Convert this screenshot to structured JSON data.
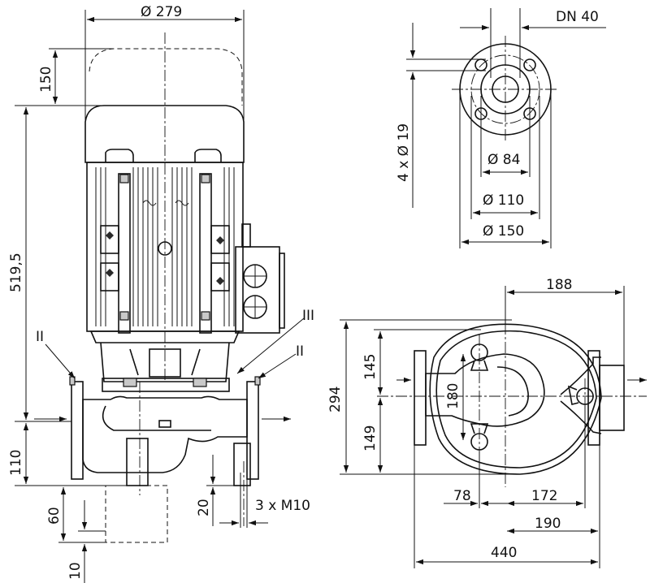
{
  "front_view": {
    "motor_diameter": "Ø 279",
    "motor_clearance": "150",
    "total_height": "519,5",
    "axis_height": "110",
    "base_height": "60",
    "base_offset": "10",
    "foot_height": "20",
    "foot_thread": "3 x M10",
    "callout_left": "II",
    "callout_right": "II",
    "callout_top": "III"
  },
  "flange_view": {
    "nominal_size": "DN 40",
    "bolt_holes": "4 x Ø 19",
    "bore_diameter": "Ø 84",
    "bolt_circle": "Ø 110",
    "outer_diameter": "Ø 150"
  },
  "top_view": {
    "rear_offset": "188",
    "total_depth": "294",
    "upper_depth": "145",
    "lower_depth": "149",
    "hole_spacing": "180",
    "left_hole_offset": "78",
    "right_hole_offset": "172",
    "flange_offset": "190",
    "total_length": "440"
  },
  "colors": {
    "line": "#111111",
    "fill": "#c9c9c9",
    "background": "#ffffff"
  }
}
